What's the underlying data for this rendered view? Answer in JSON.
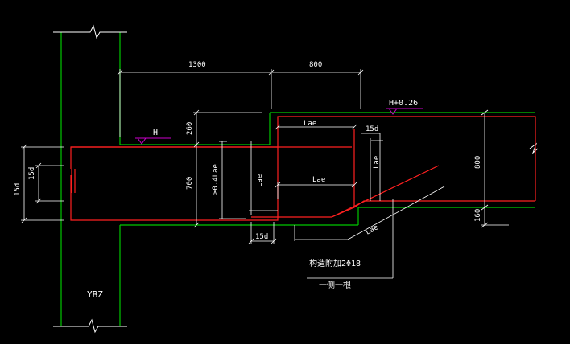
{
  "colors": {
    "background": "#000000",
    "structure": "#00c800",
    "rebar": "#ff2020",
    "dimension": "#ffffff",
    "level_marker": "#cc00cc"
  },
  "dimensions": {
    "span_left": "1300",
    "span_right": "800",
    "drop_260": "260",
    "depth_700": "700",
    "depth_800": "800",
    "offset_160": "160",
    "anchor_15d_left": "15d",
    "anchor_15d_inner": "15d",
    "anchor_15d_bottom": "15d",
    "anchor_15d_top": "15d",
    "lae_top": "Lae",
    "lae_mid": "Lae",
    "lae_vertical_left": "Lae",
    "lae_vertical_right": "Lae",
    "lae_diagonal": "Lae",
    "lae_04": "≥0.4Lae"
  },
  "levels": {
    "left": "H",
    "right": "H+0.26"
  },
  "labels": {
    "column": "YBZ",
    "note_line1": "构造附加2Φ18",
    "note_line2": "一侧一根"
  }
}
